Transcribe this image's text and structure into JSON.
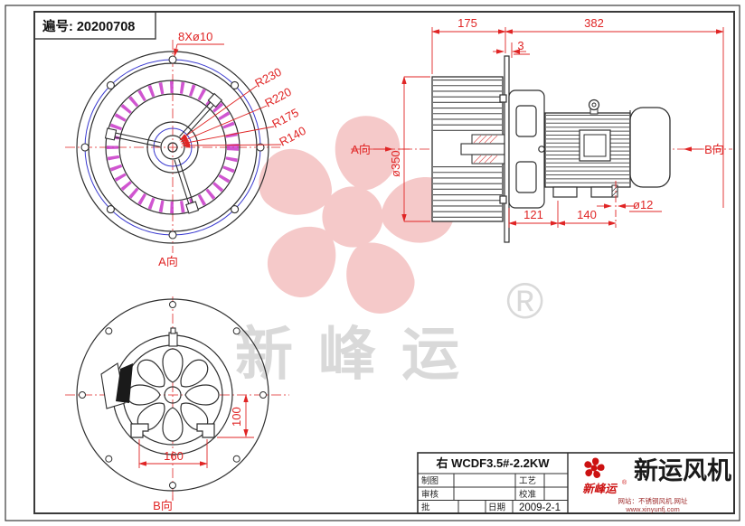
{
  "doc": {
    "number_label": "遍号: 20200708"
  },
  "front_view": {
    "direction": "A向",
    "labels": {
      "bolt_holes": "8Xø10",
      "r230": "R230",
      "r220": "R220",
      "r175": "R175",
      "r140": "R140"
    }
  },
  "side_view": {
    "direction_left": "A向",
    "direction_right": "B向",
    "dims": {
      "depth": "175",
      "gap": "3",
      "length": "382",
      "impeller_dia": "ø350",
      "d121": "121",
      "d140": "140",
      "foot_hole": "ø12"
    }
  },
  "back_view": {
    "direction": "B向",
    "dims": {
      "height": "100",
      "width": "160"
    }
  },
  "watermark": {
    "brand": "新峰运",
    "registered": "®"
  },
  "title_block": {
    "model": "右  WCDF3.5#-2.2KW",
    "fields": {
      "draw": "制图",
      "check": "审核",
      "approve": "批",
      "process": "工艺",
      "calibrate": "校准",
      "date_label": "日期",
      "date": "2009-2-1"
    },
    "company": {
      "logo_text": "新峰运",
      "registered": "®",
      "name": "新运风机",
      "tagline": "网站：不锈钢风机.网址",
      "website": "www.xinyunfj.com"
    }
  },
  "colors": {
    "dim_red": "#e02525",
    "bolt_circle_blue": "#3a3ad0",
    "blade_magenta": "#c837c8",
    "watermark_pink": "#f5c9c9",
    "watermark_gray": "#d9d9d9",
    "brand_red": "#cc1111",
    "line_dark": "#2f2f2f"
  }
}
